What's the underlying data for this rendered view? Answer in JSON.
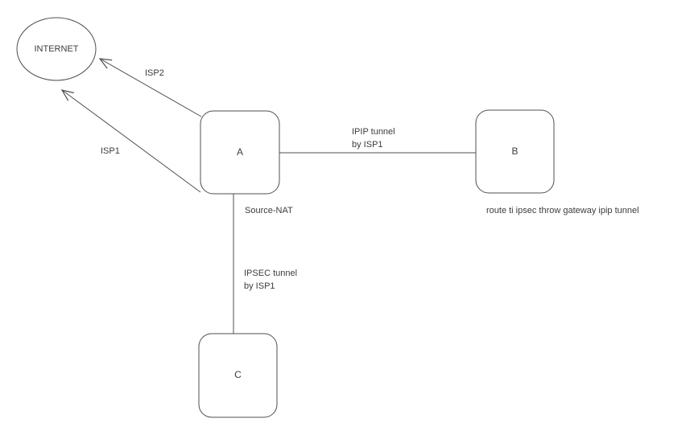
{
  "colors": {
    "stroke": "#4f4f4f",
    "text": "#3c3c3c",
    "background": "#ffffff"
  },
  "nodes": {
    "internet": {
      "label": "INTERNET",
      "shape": "ellipse"
    },
    "a": {
      "label": "A",
      "shape": "rounded-rect"
    },
    "b": {
      "label": "B",
      "shape": "rounded-rect"
    },
    "c": {
      "label": "C",
      "shape": "rounded-rect"
    }
  },
  "edges": {
    "isp2": {
      "from": "A",
      "to": "INTERNET",
      "label": "ISP2",
      "arrow": "open"
    },
    "isp1": {
      "from": "A",
      "to": "INTERNET",
      "label": "ISP1",
      "arrow": "open"
    },
    "ipip": {
      "from": "A",
      "to": "B",
      "label_line1": "IPIP tunnel",
      "label_line2": "by ISP1",
      "arrow": "none"
    },
    "ipsec": {
      "from": "A",
      "to": "C",
      "label_line1": "IPSEC tunnel",
      "label_line2": "by ISP1",
      "arrow": "none"
    }
  },
  "annotations": {
    "source_nat": "Source-NAT",
    "route_note": "route ti ipsec throw gateway ipip tunnel"
  }
}
